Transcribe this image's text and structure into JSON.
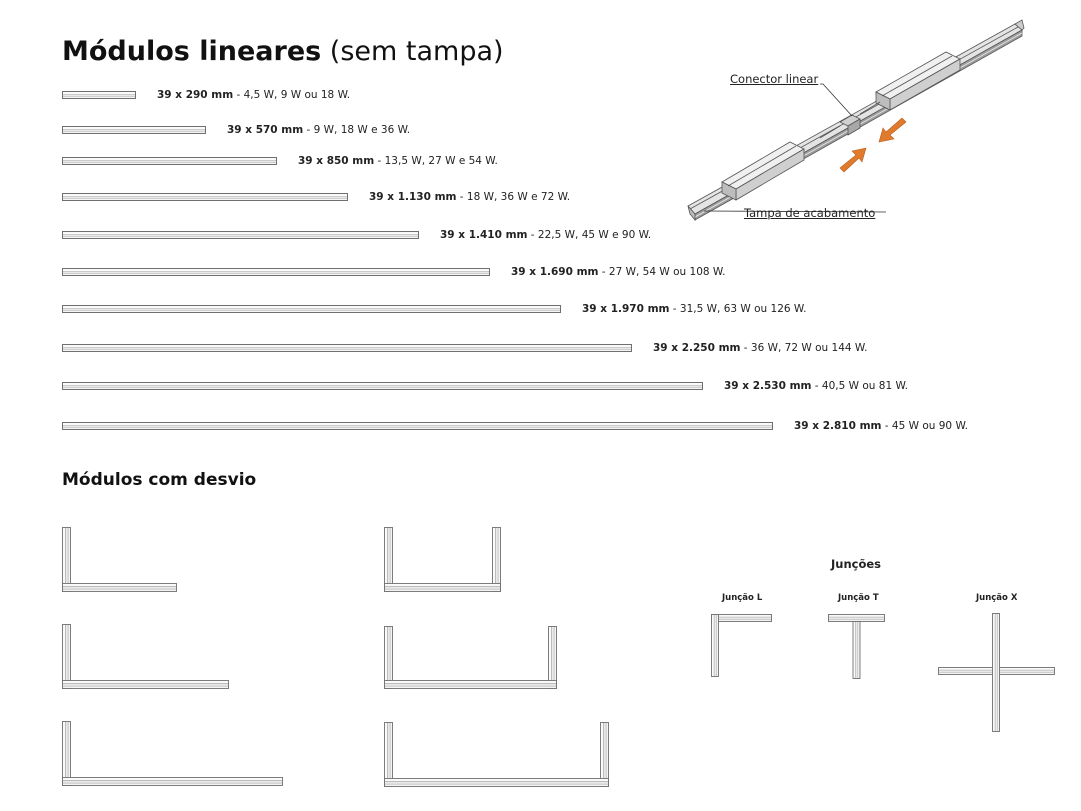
{
  "header": {
    "title_bold": "Módulos lineares",
    "title_normal": "(sem tampa)"
  },
  "linear_modules": [
    {
      "dim": "39 x 290 mm",
      "power": " - 4,5 W, 9 W ou 18 W."
    },
    {
      "dim": "39 x 570 mm",
      "power": " - 9 W, 18 W e 36 W."
    },
    {
      "dim": "39 x 850 mm",
      "power": " - 13,5 W, 27 W e 54 W."
    },
    {
      "dim": "39 x 1.130 mm",
      "power": " - 18 W, 36 W e 72 W."
    },
    {
      "dim": "39 x 1.410 mm",
      "power": " - 22,5 W, 45 W e 90 W."
    },
    {
      "dim": "39 x 1.690 mm",
      "power": " - 27 W, 54 W ou 108 W."
    },
    {
      "dim": "39 x 1.970 mm",
      "power": " - 31,5 W, 63 W ou 126 W."
    },
    {
      "dim": "39 x 2.250 mm",
      "power": " - 36 W, 72 W ou 144 W."
    },
    {
      "dim": "39 x 2.530 mm",
      "power": " - 40,5 W ou 81 W."
    },
    {
      "dim": "39 x 2.810 mm",
      "power": " - 45 W ou 90 W."
    }
  ],
  "illustration": {
    "connector_label": "Conector linear",
    "cover_label": "Tampa de acabamento"
  },
  "deviation": {
    "title": "Módulos com desvio"
  },
  "junctions": {
    "title": "Junções",
    "l_label": "Junção L",
    "t_label": "Junção T",
    "x_label": "Junção X"
  },
  "colors": {
    "arrow": "#e07a2c",
    "profile_line": "#6f6f6f"
  }
}
